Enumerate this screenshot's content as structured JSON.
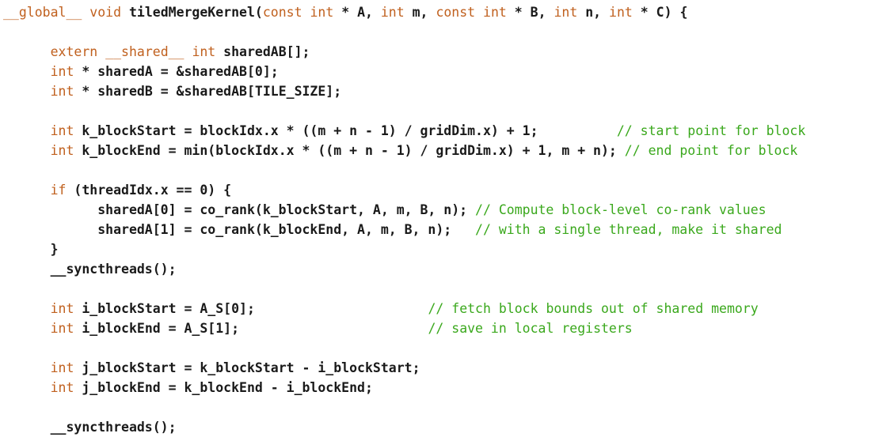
{
  "code": {
    "lines": [
      [
        {
          "t": "kw",
          "s": "__global__"
        },
        {
          "t": "pl",
          "s": " "
        },
        {
          "t": "kw",
          "s": "void"
        },
        {
          "t": "pl",
          "s": " tiledMergeKernel("
        },
        {
          "t": "kw",
          "s": "const"
        },
        {
          "t": "pl",
          "s": " "
        },
        {
          "t": "kw",
          "s": "int"
        },
        {
          "t": "pl",
          "s": " * A, "
        },
        {
          "t": "kw",
          "s": "int"
        },
        {
          "t": "pl",
          "s": " m, "
        },
        {
          "t": "kw",
          "s": "const"
        },
        {
          "t": "pl",
          "s": " "
        },
        {
          "t": "kw",
          "s": "int"
        },
        {
          "t": "pl",
          "s": " * B, "
        },
        {
          "t": "kw",
          "s": "int"
        },
        {
          "t": "pl",
          "s": " n, "
        },
        {
          "t": "kw",
          "s": "int"
        },
        {
          "t": "pl",
          "s": " * C) {"
        }
      ],
      [],
      [
        {
          "t": "pl",
          "s": "      "
        },
        {
          "t": "kw",
          "s": "extern"
        },
        {
          "t": "pl",
          "s": " "
        },
        {
          "t": "kw",
          "s": "__shared__"
        },
        {
          "t": "pl",
          "s": " "
        },
        {
          "t": "kw",
          "s": "int"
        },
        {
          "t": "pl",
          "s": " sharedAB[];"
        }
      ],
      [
        {
          "t": "pl",
          "s": "      "
        },
        {
          "t": "kw",
          "s": "int"
        },
        {
          "t": "pl",
          "s": " * sharedA = &sharedAB[0];"
        }
      ],
      [
        {
          "t": "pl",
          "s": "      "
        },
        {
          "t": "kw",
          "s": "int"
        },
        {
          "t": "pl",
          "s": " * sharedB = &sharedAB[TILE_SIZE];"
        }
      ],
      [],
      [
        {
          "t": "pl",
          "s": "      "
        },
        {
          "t": "kw",
          "s": "int"
        },
        {
          "t": "pl",
          "s": " k_blockStart = blockIdx.x * ((m + n - 1) / gridDim.x) + 1;          "
        },
        {
          "t": "cm",
          "s": "// start point for block"
        }
      ],
      [
        {
          "t": "pl",
          "s": "      "
        },
        {
          "t": "kw",
          "s": "int"
        },
        {
          "t": "pl",
          "s": " k_blockEnd = min(blockIdx.x * ((m + n - 1) / gridDim.x) + 1, m + n); "
        },
        {
          "t": "cm",
          "s": "// end point for block"
        }
      ],
      [],
      [
        {
          "t": "pl",
          "s": "      "
        },
        {
          "t": "kw",
          "s": "if"
        },
        {
          "t": "pl",
          "s": " (threadIdx.x == 0) {"
        }
      ],
      [
        {
          "t": "pl",
          "s": "            sharedA[0] = co_rank(k_blockStart, A, m, B, n); "
        },
        {
          "t": "cm",
          "s": "// Compute block-level co-rank values"
        }
      ],
      [
        {
          "t": "pl",
          "s": "            sharedA[1] = co_rank(k_blockEnd, A, m, B, n);   "
        },
        {
          "t": "cm",
          "s": "// with a single thread, make it shared"
        }
      ],
      [
        {
          "t": "pl",
          "s": "      }"
        }
      ],
      [
        {
          "t": "pl",
          "s": "      __syncthreads();"
        }
      ],
      [],
      [
        {
          "t": "pl",
          "s": "      "
        },
        {
          "t": "kw",
          "s": "int"
        },
        {
          "t": "pl",
          "s": " i_blockStart = A_S[0];                      "
        },
        {
          "t": "cm",
          "s": "// fetch block bounds out of shared memory"
        }
      ],
      [
        {
          "t": "pl",
          "s": "      "
        },
        {
          "t": "kw",
          "s": "int"
        },
        {
          "t": "pl",
          "s": " i_blockEnd = A_S[1];                        "
        },
        {
          "t": "cm",
          "s": "// save in local registers"
        }
      ],
      [],
      [
        {
          "t": "pl",
          "s": "      "
        },
        {
          "t": "kw",
          "s": "int"
        },
        {
          "t": "pl",
          "s": " j_blockStart = k_blockStart - i_blockStart;"
        }
      ],
      [
        {
          "t": "pl",
          "s": "      "
        },
        {
          "t": "kw",
          "s": "int"
        },
        {
          "t": "pl",
          "s": " j_blockEnd = k_blockEnd - i_blockEnd;"
        }
      ],
      [],
      [
        {
          "t": "pl",
          "s": "      __syncthreads();"
        }
      ]
    ]
  },
  "colors": {
    "keyword": "#c0601e",
    "comment": "#3aa81c",
    "text": "#1a1a1a",
    "background": "#ffffff"
  }
}
